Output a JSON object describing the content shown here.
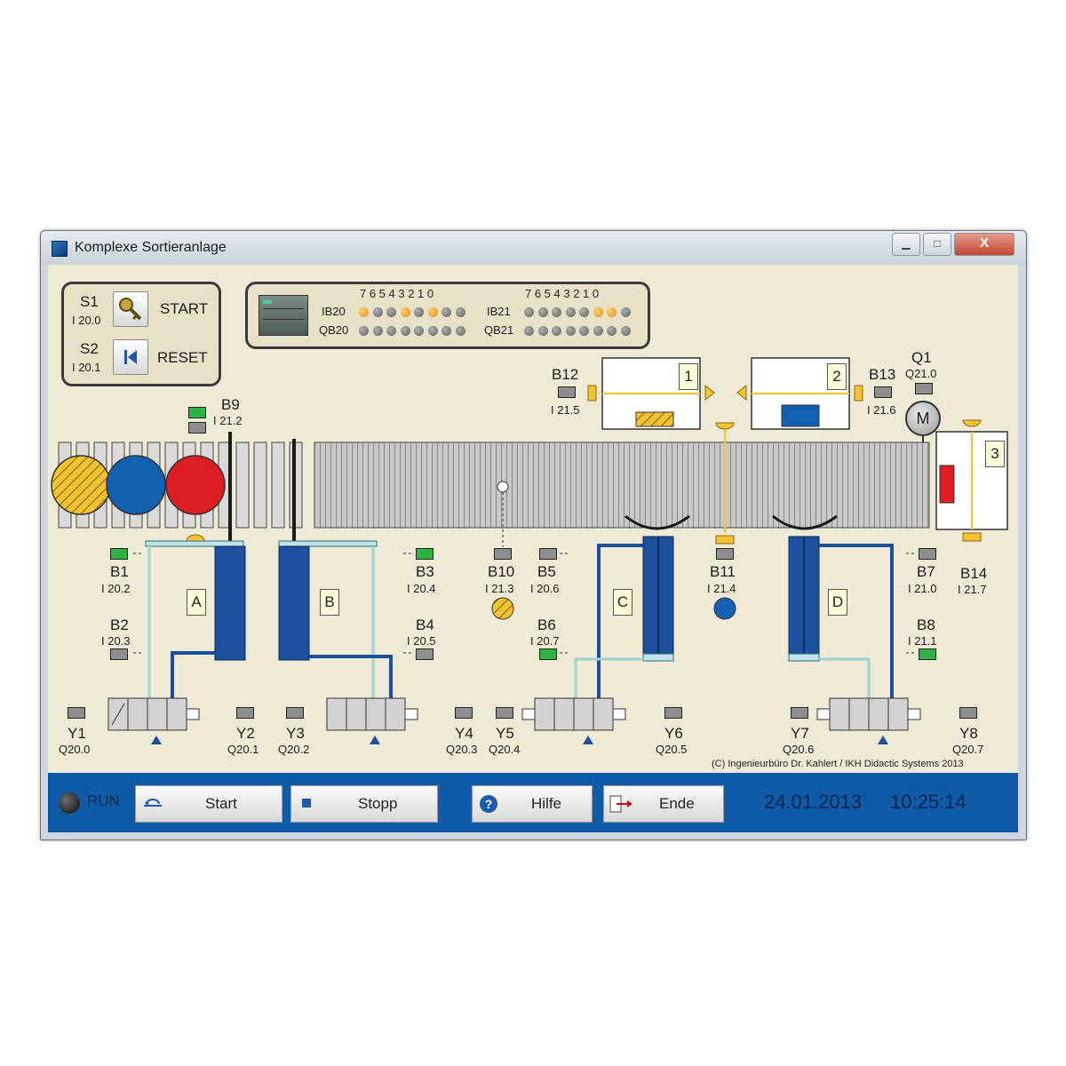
{
  "window": {
    "title": "Komplexe Sortieranlage",
    "controls": {
      "minimize": "▁",
      "maximize": "□",
      "close": "X"
    }
  },
  "switch_panel": {
    "s1": {
      "label": "S1",
      "addr": "I 20.0",
      "action": "START"
    },
    "s2": {
      "label": "S2",
      "addr": "I 20.1",
      "action": "RESET"
    }
  },
  "io_panel": {
    "bits": [
      "7",
      "6",
      "5",
      "4",
      "3",
      "2",
      "1",
      "0"
    ],
    "groups": [
      {
        "label": "IB20",
        "leds": [
          1,
          0,
          0,
          1,
          0,
          1,
          0,
          0
        ]
      },
      {
        "label": "QB20",
        "leds": [
          0,
          0,
          0,
          0,
          0,
          0,
          0,
          0
        ]
      },
      {
        "label": "IB21",
        "leds": [
          0,
          0,
          0,
          0,
          0,
          1,
          1,
          0
        ]
      },
      {
        "label": "QB21",
        "leds": [
          0,
          0,
          0,
          0,
          0,
          0,
          0,
          0
        ]
      }
    ]
  },
  "sensors": {
    "b1": {
      "label": "B1",
      "addr": "I 20.2"
    },
    "b2": {
      "label": "B2",
      "addr": "I 20.3"
    },
    "b3": {
      "label": "B3",
      "addr": "I 20.4"
    },
    "b4": {
      "label": "B4",
      "addr": "I 20.5"
    },
    "b5": {
      "label": "B5",
      "addr": "I 20.6"
    },
    "b6": {
      "label": "B6",
      "addr": "I 20.7"
    },
    "b7": {
      "label": "B7",
      "addr": "I 21.0"
    },
    "b8": {
      "label": "B8",
      "addr": "I 21.1"
    },
    "b9": {
      "label": "B9",
      "addr": "I 21.2"
    },
    "b10": {
      "label": "B10",
      "addr": "I 21.3"
    },
    "b11": {
      "label": "B11",
      "addr": "I 21.4"
    },
    "b12": {
      "label": "B12",
      "addr": "I 21.5"
    },
    "b13": {
      "label": "B13",
      "addr": "I 21.6"
    },
    "b14": {
      "label": "B14",
      "addr": "I 21.7"
    }
  },
  "motor": {
    "label": "Q1",
    "addr": "Q21.0",
    "symbol": "M"
  },
  "valves": {
    "y1": {
      "label": "Y1",
      "addr": "Q20.0"
    },
    "y2": {
      "label": "Y2",
      "addr": "Q20.1"
    },
    "y3": {
      "label": "Y3",
      "addr": "Q20.2"
    },
    "y4": {
      "label": "Y4",
      "addr": "Q20.3"
    },
    "y5": {
      "label": "Y5",
      "addr": "Q20.4"
    },
    "y6": {
      "label": "Y6",
      "addr": "Q20.5"
    },
    "y7": {
      "label": "Y7",
      "addr": "Q20.6"
    },
    "y8": {
      "label": "Y8",
      "addr": "Q20.7"
    }
  },
  "stations": {
    "a": "A",
    "b": "B",
    "c": "C",
    "d": "D"
  },
  "bins": {
    "one": "1",
    "two": "2",
    "three": "3"
  },
  "copyright": "(C) Ingenieurbüro Dr. Kahlert / IKH Didactic Systems 2013",
  "toolbar": {
    "run_label": "RUN",
    "start_label": "Start",
    "stop_label": "Stopp",
    "help_label": "Hilfe",
    "end_label": "Ende",
    "date": "24.01.2013",
    "time": "10:25:14"
  },
  "colors": {
    "accent_blue": "#0f5ba8",
    "workpiece_red": "#dd1d24",
    "workpiece_blue": "#1360b0",
    "workpiece_yellow": "#f2c230",
    "cylinder_blue": "#1d4f9c",
    "sensor_green": "#2fb243"
  }
}
